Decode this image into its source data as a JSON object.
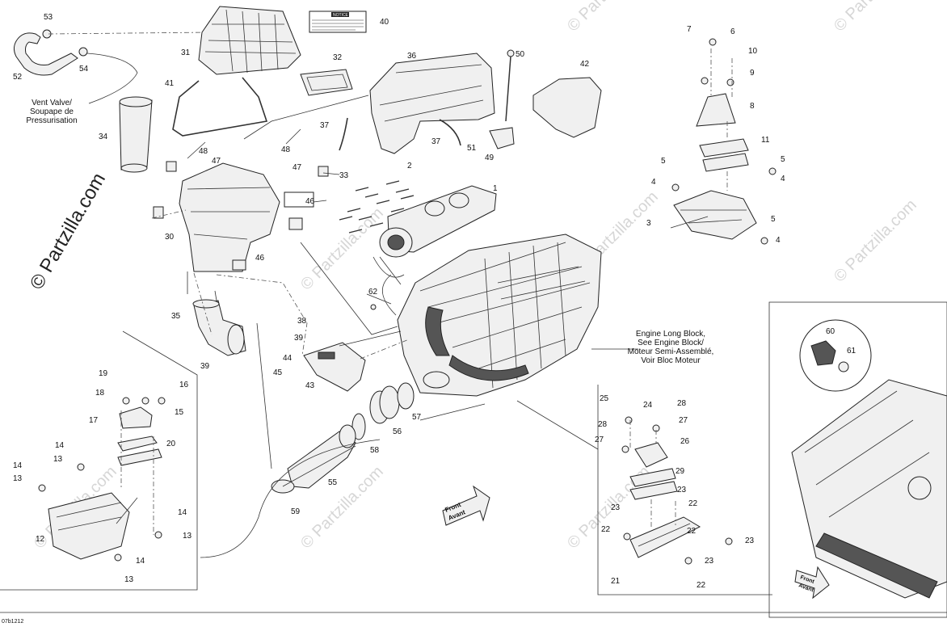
{
  "watermarks": {
    "main": "© Partzilla.com",
    "repeat": "© Partzilla.com"
  },
  "notes": {
    "vent_valve": [
      "Vent Valve/",
      "Soupape de",
      "Pressurisation"
    ],
    "engine_block": [
      "Engine Long Block,",
      "See Engine Block/",
      "Moteur Semi-Assemblé,",
      "Voir Bloc Moteur"
    ],
    "front_a": [
      "Front",
      "Avant"
    ],
    "front_b": [
      "Front",
      "Avant"
    ],
    "sticker": "NOTICE",
    "code": "07b1212"
  },
  "callouts": [
    "53",
    "52",
    "54",
    "31",
    "40",
    "41",
    "32",
    "36",
    "50",
    "42",
    "34",
    "37",
    "37",
    "51",
    "49",
    "48",
    "47",
    "48",
    "47",
    "33",
    "46",
    "2",
    "1",
    "30",
    "46",
    "62",
    "35",
    "38",
    "39",
    "44",
    "45",
    "43",
    "39",
    "19",
    "18",
    "16",
    "15",
    "17",
    "20",
    "14",
    "13",
    "14",
    "13",
    "12",
    "14",
    "13",
    "14",
    "13",
    "58",
    "56",
    "57",
    "55",
    "59",
    "7",
    "6",
    "10",
    "9",
    "8",
    "11",
    "5",
    "4",
    "5",
    "4",
    "3",
    "5",
    "4",
    "25",
    "24",
    "28",
    "28",
    "27",
    "27",
    "26",
    "29",
    "23",
    "22",
    "23",
    "22",
    "22",
    "23",
    "21",
    "23",
    "22",
    "60",
    "61"
  ]
}
